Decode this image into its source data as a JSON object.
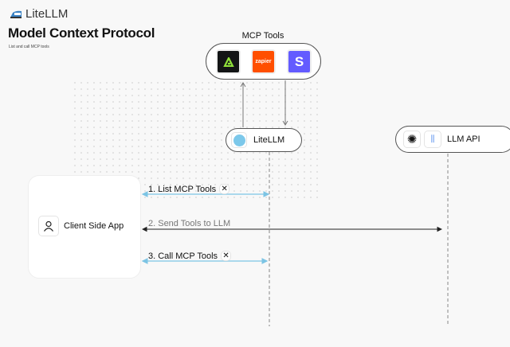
{
  "header": {
    "brand": "LiteLLM",
    "title": "Model Context Protocol",
    "subtitle": "List and call MCP tools"
  },
  "mcp_tools": {
    "label": "MCP Tools",
    "tools": [
      {
        "name": "tool-a",
        "color": "#131516"
      },
      {
        "name": "zapier",
        "text": "zapier",
        "color": "#ff4f00"
      },
      {
        "name": "stripe",
        "text": "S",
        "color": "#635bff"
      }
    ]
  },
  "nodes": {
    "litellm": "LiteLLM",
    "llm_api": "LLM API",
    "client": "Client Side App"
  },
  "steps": [
    {
      "label": "1. List MCP Tools",
      "color": "#7cc4e4"
    },
    {
      "label": "2. Send Tools to LLM",
      "color": "#222222"
    },
    {
      "label": "3. Call MCP Tools",
      "color": "#7cc4e4"
    }
  ]
}
